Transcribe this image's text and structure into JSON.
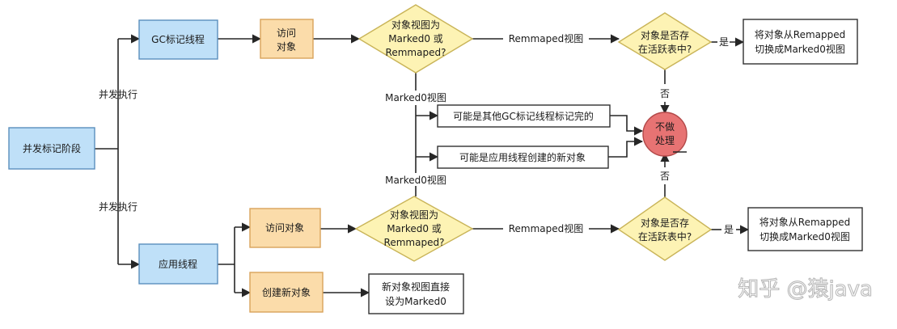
{
  "colors": {
    "blue_fill": "#bfe0f8",
    "blue_stroke": "#5a8fbd",
    "orange_fill": "#fbdcaa",
    "orange_stroke": "#d9a35a",
    "yellow_fill": "#fdf3b4",
    "yellow_stroke": "#c9b458",
    "red_fill": "#e77373",
    "red_stroke": "#b24848",
    "box_stroke": "#303030",
    "line": "#262626"
  },
  "nodes": {
    "concurrent_mark": "并发标记阶段",
    "gc_mark_thread": "GC标记线程",
    "access_object_top": [
      "访问",
      "对象"
    ],
    "decision_top": [
      "对象视图为",
      "Marked0 或",
      "Remmaped?"
    ],
    "in_active_table_top": [
      "对象是否存",
      "在活跃表中?"
    ],
    "switch_view_top": [
      "将对象从Remapped",
      "切换成Marked0视图"
    ],
    "other_gc_marked": "可能是其他GC标记线程标记完的",
    "app_created_new": "可能是应用线程创建的新对象",
    "no_action": [
      "不做",
      "处理"
    ],
    "app_thread": "应用线程",
    "access_object_bottom": "访问对象",
    "create_new_object": "创建新对象",
    "decision_bottom": [
      "对象视图为",
      "Marked0 或",
      "Remmaped?"
    ],
    "in_active_table_bottom": [
      "对象是否存",
      "在活跃表中?"
    ],
    "switch_view_bottom": [
      "将对象从Remapped",
      "切换成Marked0视图"
    ],
    "set_marked0": [
      "新对象视图直接",
      "设为Marked0"
    ]
  },
  "edge_labels": {
    "concurrent_top": "并发执行",
    "concurrent_bottom": "并发执行",
    "remapped_top": "Remmaped视图",
    "remapped_bottom": "Remmaped视图",
    "yes_top": "是",
    "yes_bottom": "是",
    "marked0_top": "Marked0视图",
    "marked0_bottom": "Marked0视图",
    "no_top": "否",
    "no_bottom": "否"
  },
  "watermark": "知乎 @猿java"
}
